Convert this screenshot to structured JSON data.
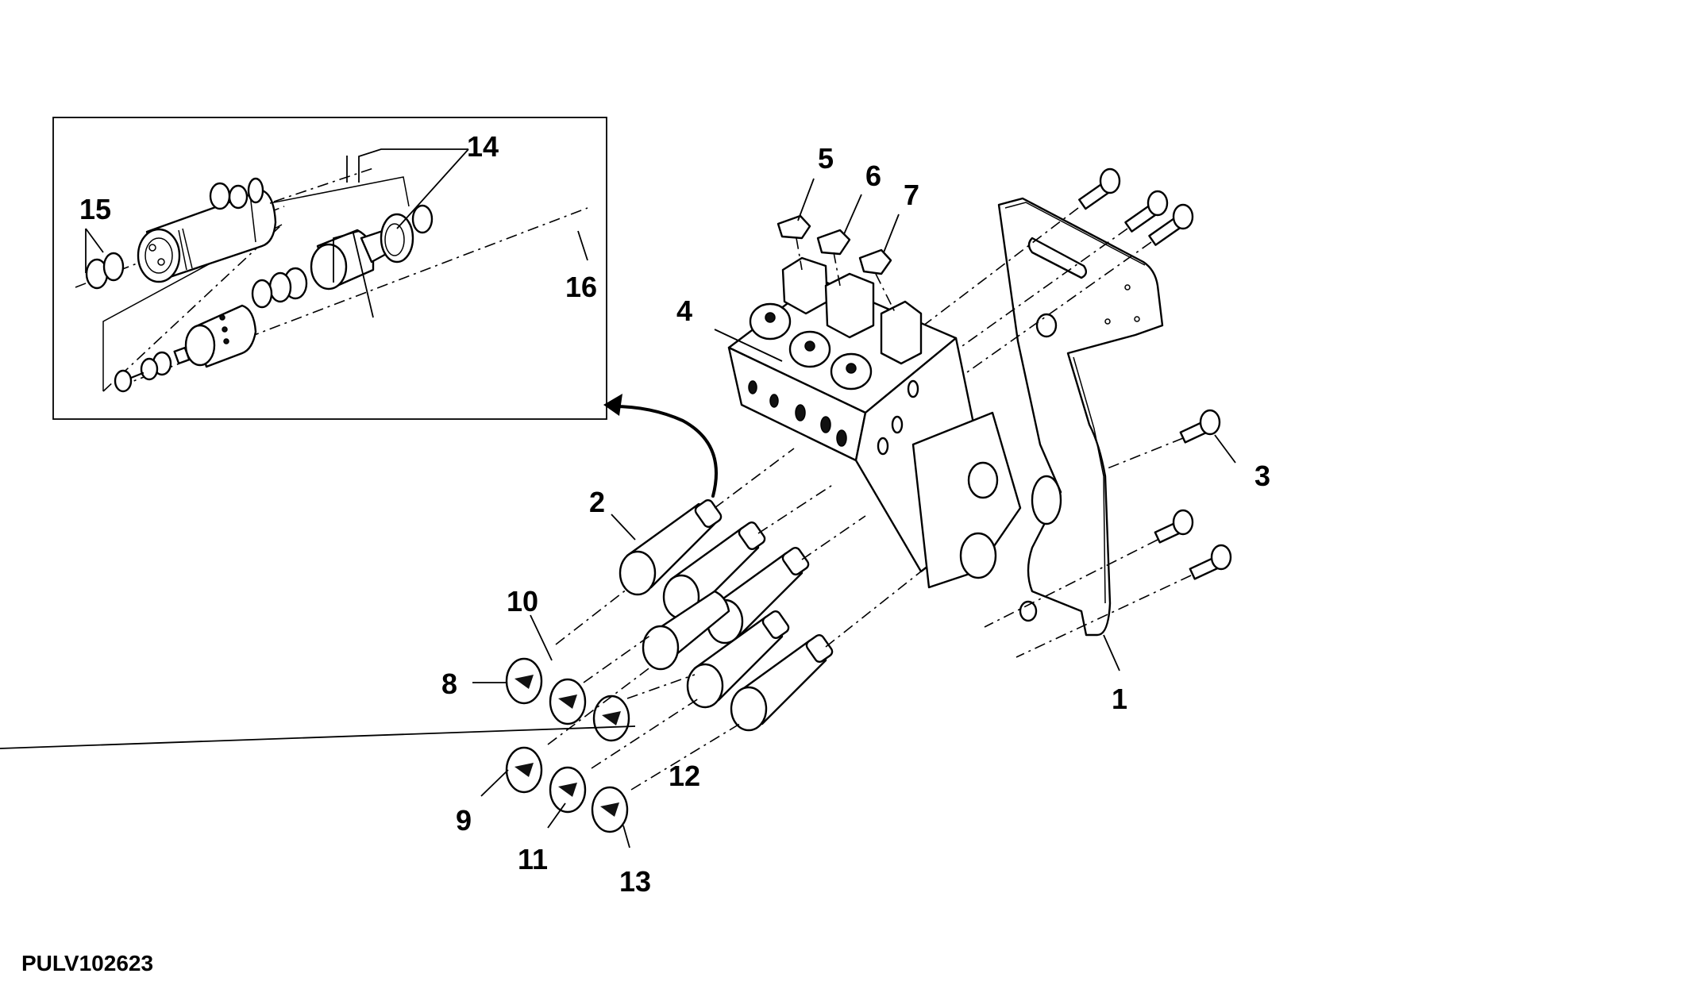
{
  "figure": {
    "id": "PULV102623",
    "type": "exploded parts view",
    "inset": {
      "description": "Detail of quick coupler components",
      "callouts": [
        "14",
        "15",
        "16"
      ]
    }
  },
  "callouts": {
    "c1": "1",
    "c2": "2",
    "c3": "3",
    "c4": "4",
    "c5": "5",
    "c6": "6",
    "c7": "7",
    "c8": "8",
    "c9": "9",
    "c10": "10",
    "c11": "11",
    "c12": "12",
    "c13": "13",
    "c14": "14",
    "c15": "15",
    "c16": "16"
  },
  "parts": [
    {
      "callout": "1",
      "part": "mounting-bracket"
    },
    {
      "callout": "2",
      "part": "quick-coupler"
    },
    {
      "callout": "3",
      "part": "flange-bolt"
    },
    {
      "callout": "4",
      "part": "valve-block"
    },
    {
      "callout": "5",
      "part": "valve-cap"
    },
    {
      "callout": "6",
      "part": "valve-cap"
    },
    {
      "callout": "7",
      "part": "valve-cap"
    },
    {
      "callout": "8",
      "part": "dust-cap"
    },
    {
      "callout": "9",
      "part": "dust-cap"
    },
    {
      "callout": "10",
      "part": "dust-cap"
    },
    {
      "callout": "11",
      "part": "dust-cap"
    },
    {
      "callout": "12",
      "part": "dust-cap"
    },
    {
      "callout": "13",
      "part": "dust-cap"
    },
    {
      "callout": "14",
      "part": "seal-kit"
    },
    {
      "callout": "15",
      "part": "seal-rings"
    },
    {
      "callout": "16",
      "part": "seal-ring"
    }
  ],
  "colors": {
    "ink": "#000000",
    "paper": "#ffffff"
  }
}
